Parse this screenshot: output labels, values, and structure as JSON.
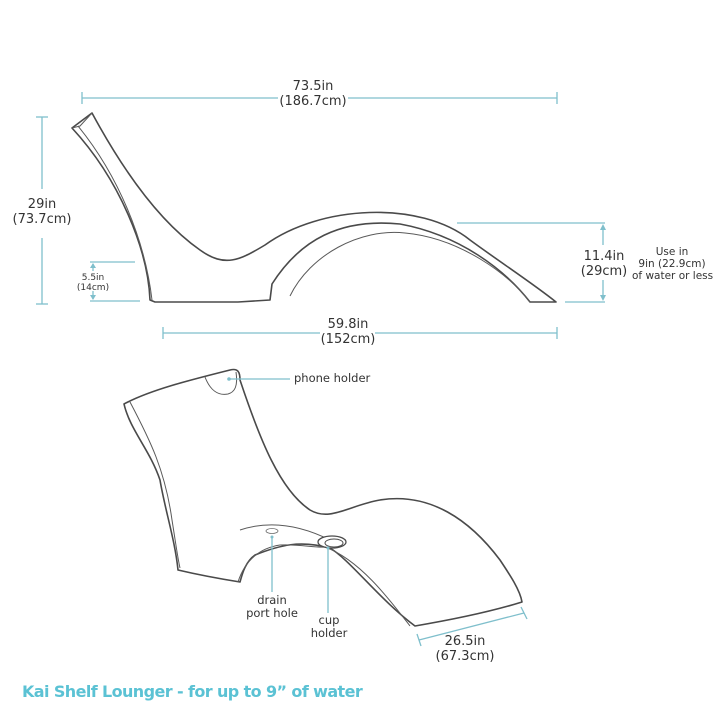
{
  "colors": {
    "dimension_line": "#7fbfcc",
    "outline": "#4a4a4a",
    "title": "#5bc2d4",
    "text": "#333333"
  },
  "side_view": {
    "overall_length": {
      "imperial": "73.5in",
      "metric": "(186.7cm)"
    },
    "overall_height": {
      "imperial": "29in",
      "metric": "(73.7cm)"
    },
    "base_height": {
      "imperial": "5.5in",
      "metric": "(14cm)"
    },
    "footrest_height": {
      "imperial": "11.4in",
      "metric": "(29cm)"
    },
    "base_length": {
      "imperial": "59.8in",
      "metric": "(152cm)"
    },
    "water_note": {
      "line1": "Use in",
      "line2": "9in (22.9cm)",
      "line3": "of water or less"
    }
  },
  "perspective_view": {
    "callouts": {
      "phone_holder": "phone holder",
      "drain_port_hole": {
        "line1": "drain",
        "line2": "port hole"
      },
      "cup_holder": {
        "line1": "cup",
        "line2": "holder"
      }
    },
    "width": {
      "imperial": "26.5in",
      "metric": "(67.3cm)"
    }
  },
  "title": "Kai Shelf Lounger - for up to 9” of water"
}
